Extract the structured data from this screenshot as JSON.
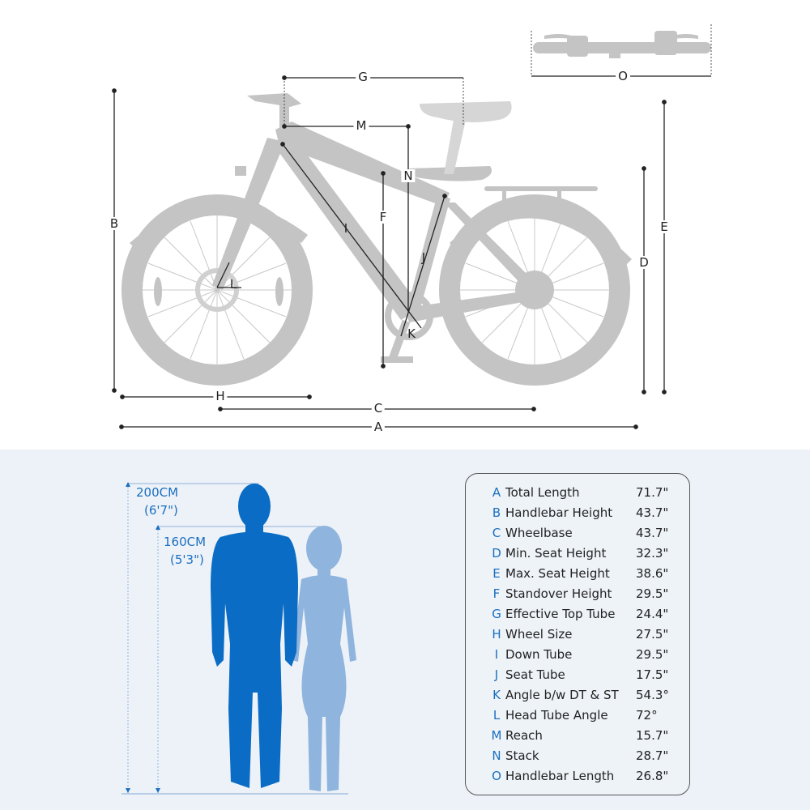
{
  "diagram": {
    "dimension_labels": {
      "A": "A",
      "B": "B",
      "C": "C",
      "D": "D",
      "E": "E",
      "F": "F",
      "G": "G",
      "H": "H",
      "I": "I",
      "J": "J",
      "K": "K",
      "L": "L",
      "M": "M",
      "N": "N",
      "O": "O"
    },
    "colors": {
      "bike": "#c4c4c4",
      "bike_light": "#d6d6d6",
      "dimension_line": "#222222",
      "accent_blue": "#1b6fc0",
      "man": "#0a6cc4",
      "woman": "#8fb4dd",
      "bottom_bg": "#edf2f8"
    }
  },
  "height_guide": {
    "tall": {
      "cm": "200CM",
      "ft": "(6'7\")"
    },
    "short": {
      "cm": "160CM",
      "ft": "(5'3\")"
    }
  },
  "specs": [
    {
      "letter": "A",
      "name": "Total Length",
      "value": "71.7\""
    },
    {
      "letter": "B",
      "name": "Handlebar Height",
      "value": "43.7\""
    },
    {
      "letter": "C",
      "name": "Wheelbase",
      "value": "43.7\""
    },
    {
      "letter": "D",
      "name": "Min. Seat Height",
      "value": "32.3\""
    },
    {
      "letter": "E",
      "name": "Max. Seat Height",
      "value": "38.6\""
    },
    {
      "letter": "F",
      "name": "Standover Height",
      "value": "29.5\""
    },
    {
      "letter": "G",
      "name": "Effective Top Tube",
      "value": "24.4\""
    },
    {
      "letter": "H",
      "name": "Wheel Size",
      "value": "27.5\""
    },
    {
      "letter": "I",
      "name": "Down Tube",
      "value": "29.5\""
    },
    {
      "letter": "J",
      "name": "Seat Tube",
      "value": "17.5\""
    },
    {
      "letter": "K",
      "name": "Angle b/w DT & ST",
      "value": "54.3°"
    },
    {
      "letter": "L",
      "name": "Head Tube Angle",
      "value": "72°"
    },
    {
      "letter": "M",
      "name": "Reach",
      "value": "15.7\""
    },
    {
      "letter": "N",
      "name": "Stack",
      "value": "28.7\""
    },
    {
      "letter": "O",
      "name": "Handlebar Length",
      "value": "26.8\""
    }
  ]
}
